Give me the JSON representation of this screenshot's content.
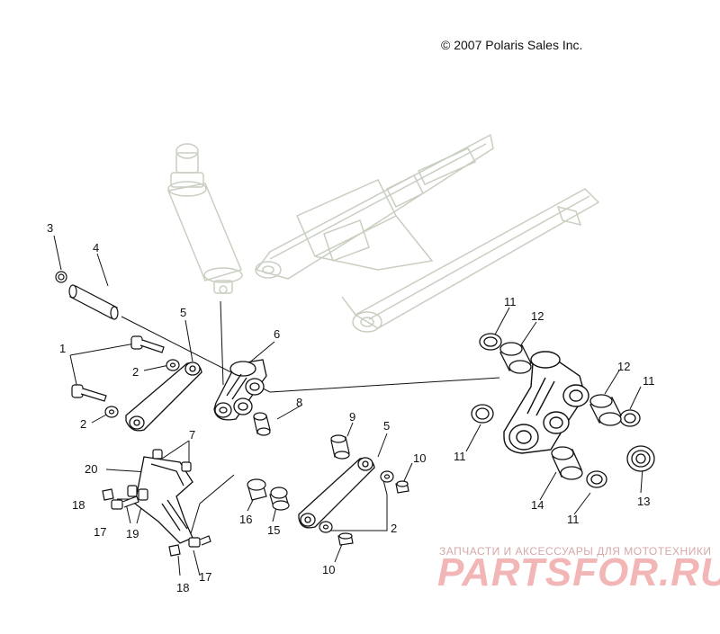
{
  "copyright": "© 2007 Polaris Sales Inc.",
  "watermark": {
    "line1": "ЗАПЧАСТИ И АКСЕССУАРЫ ДЛЯ МОТОТЕХНИКИ",
    "line2": "PARTSFOR.RU"
  },
  "callouts": [
    "1",
    "2",
    "2",
    "2",
    "3",
    "4",
    "5",
    "5",
    "6",
    "7",
    "8",
    "9",
    "10",
    "10",
    "11",
    "11",
    "11",
    "11",
    "12",
    "12",
    "13",
    "14",
    "15",
    "16",
    "17",
    "17",
    "18",
    "18",
    "19",
    "20"
  ]
}
